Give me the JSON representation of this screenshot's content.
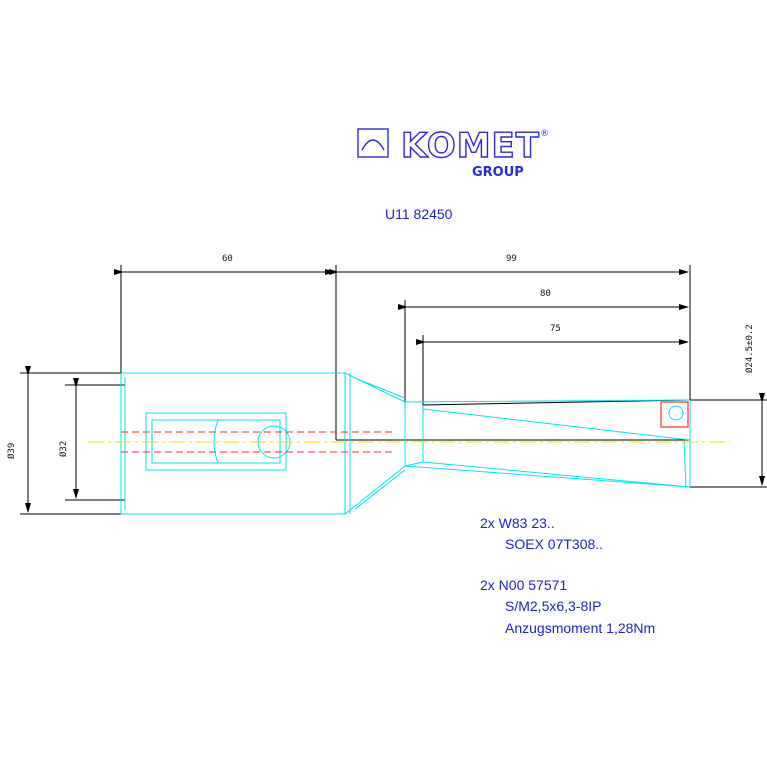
{
  "logo": {
    "brand": "KOMET",
    "registered": "®",
    "sub": "GROUP"
  },
  "part_number": "U11 82450",
  "dimensions": {
    "d60": "60",
    "d99": "99",
    "d80": "80",
    "d75": "75",
    "dia39": "Ø39",
    "dia32": "Ø32",
    "dia24": "Ø24.5±0.2"
  },
  "notes": {
    "insert_qty": "2x W83 23..",
    "insert_code": "SOEX 07T308..",
    "screw_qty": "2x N00 57571",
    "screw_code": "S/M2,5x6,3-8IP",
    "torque": "Anzugsmoment 1,28Nm"
  },
  "colors": {
    "outline": "#00e5ee",
    "dim_line": "#000000",
    "centerline": "#e6e600",
    "hidden": "#ff2a2a",
    "text": "#1f22c8"
  }
}
